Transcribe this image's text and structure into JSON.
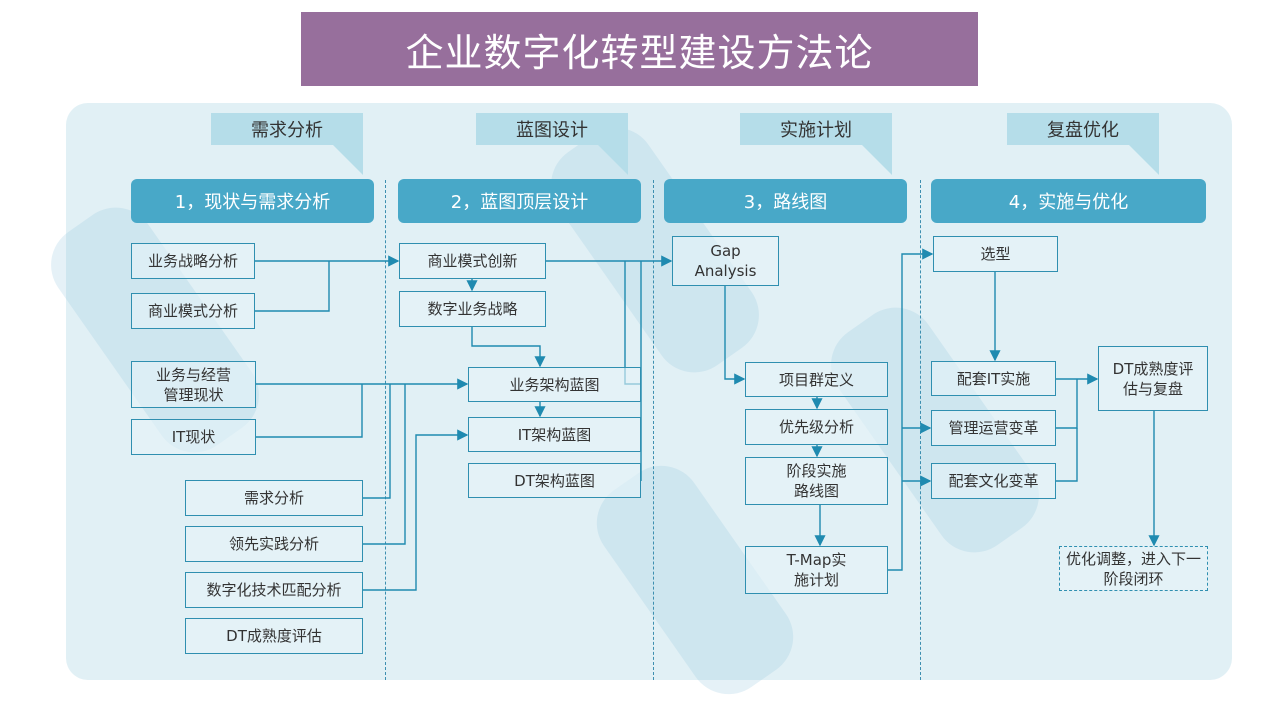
{
  "title": "企业数字化转型建设方法论",
  "phases": [
    "需求分析",
    "蓝图设计",
    "实施计划",
    "复盘优化"
  ],
  "headers": [
    "1，现状与需求分析",
    "2，蓝图顶层设计",
    "3，路线图",
    "4，实施与优化"
  ],
  "col1": {
    "business_strategy": "业务战略分析",
    "business_model": "商业模式分析",
    "ops_status": "业务与经营管理现状",
    "it_status": "IT现状",
    "requirement": "需求分析",
    "best_practice": "领先实践分析",
    "tech_match": "数字化技术匹配分析",
    "dt_maturity": "DT成熟度评估"
  },
  "col2": {
    "model_innovation": "商业模式创新",
    "digital_strategy": "数字业务战略",
    "business_arch": "业务架构蓝图",
    "it_arch": "IT架构蓝图",
    "dt_arch": "DT架构蓝图"
  },
  "col3": {
    "gap": "Gap Analysis",
    "program": "项目群定义",
    "priority": "优先级分析",
    "roadmap": "阶段实施路线图",
    "tmap": "T-Map实施计划"
  },
  "col4": {
    "selection": "选型",
    "it_impl": "配套IT实施",
    "mgmt_change": "管理运营变革",
    "culture_change": "配套文化变革",
    "review": "DT成熟度评估与复盘",
    "optimize": "优化调整，进入下一阶段闭环"
  }
}
